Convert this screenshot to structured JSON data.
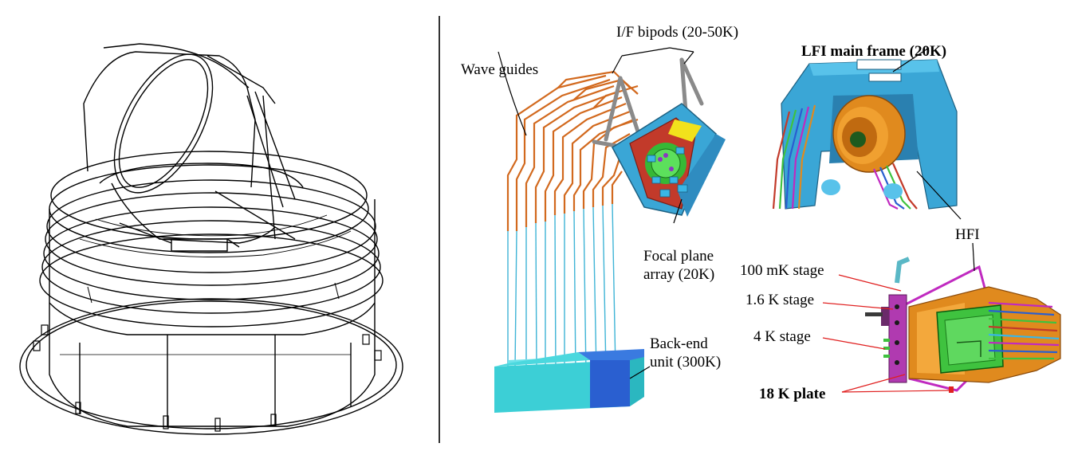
{
  "labels": {
    "wave_guides": "Wave guides",
    "if_bipods": "I/F bipods (20-50K)",
    "lfi_main_frame": "LFI main frame (20K)",
    "focal_plane_line1": "Focal plane",
    "focal_plane_line2": "array (20K)",
    "back_end_line1": "Back-end",
    "back_end_line2": "unit (300K)",
    "hfi": "HFI",
    "stage_100mk": "100 mK stage",
    "stage_1_6k": "1.6 K stage",
    "stage_4k": "4 K stage",
    "plate_18k": "18 K plate"
  },
  "colors": {
    "line_drawing": "#000000",
    "waveguide": "#d2691e",
    "fiber": "#3fb4d6",
    "frame_blue": "#3aa6d6",
    "backend_cyan": "#3ccfd6",
    "backend_blue": "#2a5fd0",
    "hfi_orange": "#e08a1e",
    "hfi_green": "#3fc23f",
    "hfi_magenta": "#c02ac0",
    "leader_red": "#e02020",
    "accent_yellow": "#f2e21c"
  }
}
